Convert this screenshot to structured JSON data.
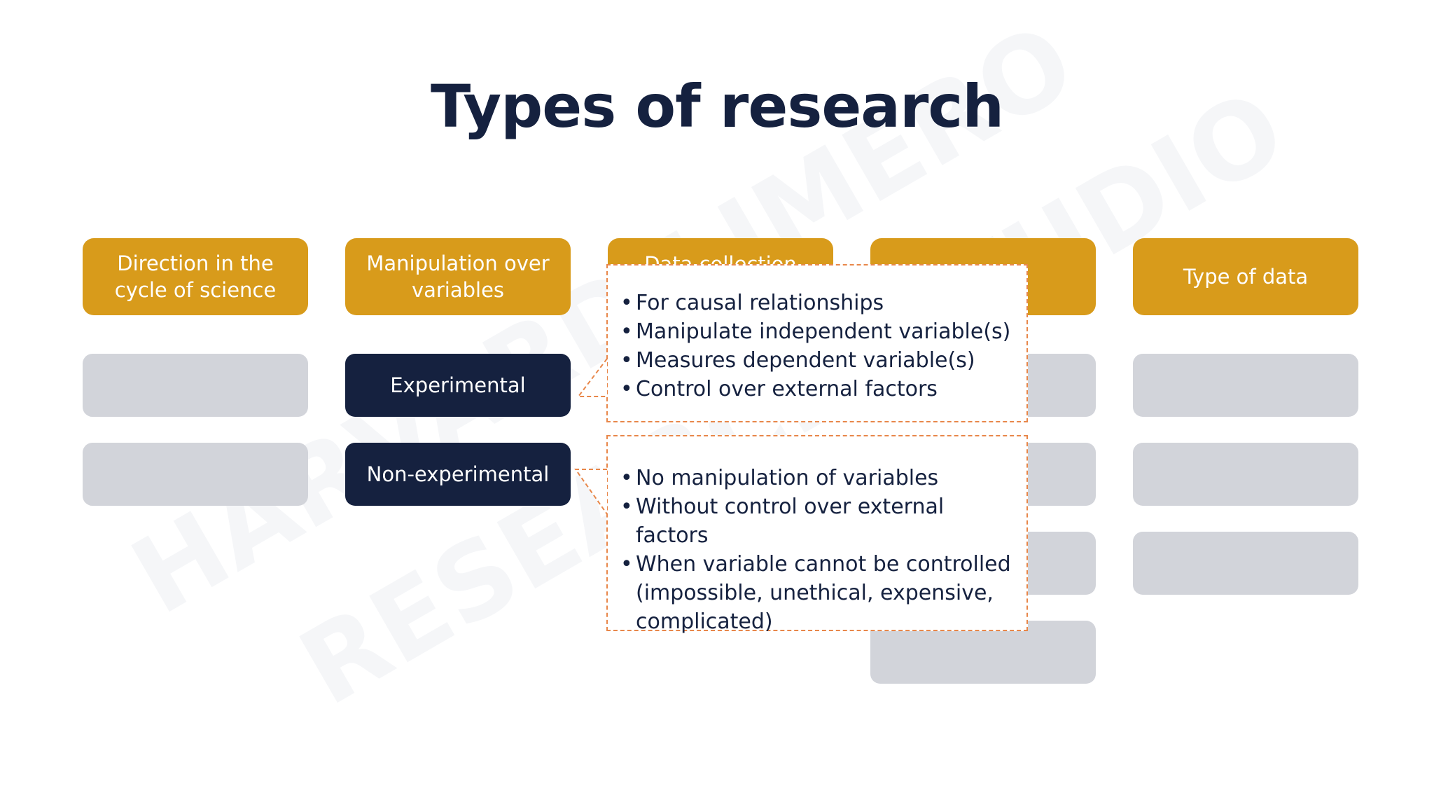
{
  "title": "Types of research",
  "watermark": {
    "line1": "HARVARD LIMERO",
    "line2": "RESEARCH STUDIO"
  },
  "headers": [
    "Direction in the cycle of science",
    "Manipulation over variables",
    "Data collection",
    "",
    "Type of data"
  ],
  "manipulation_types": {
    "experimental": "Experimental",
    "non_experimental": "Non-experimental"
  },
  "experimental_popup": {
    "items": [
      "For causal relationships",
      "Manipulate independent variable(s)",
      "Measures dependent variable(s)",
      "Control over external factors"
    ]
  },
  "non_experimental_popup": {
    "items": [
      "No manipulation of variables",
      "Without control over external factors",
      "When variable cannot be controlled (impossible, unethical, expensive, complicated)"
    ]
  },
  "colors": {
    "header": "#d89b1b",
    "dark": "#15213f",
    "placeholder": "#d2d4da",
    "dashed_border": "#e8874a"
  }
}
